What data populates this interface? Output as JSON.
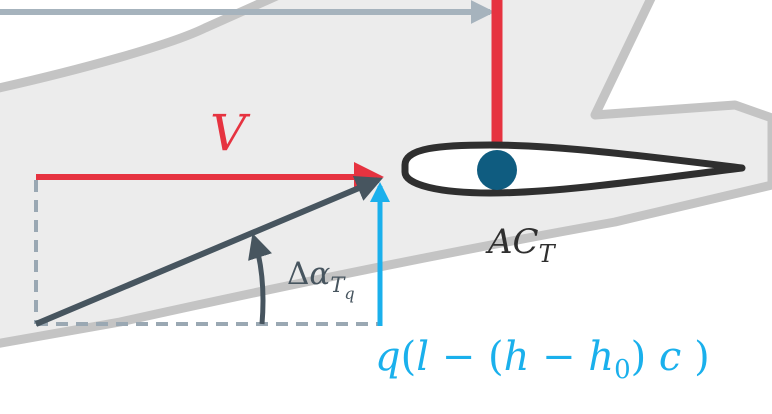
{
  "labels": {
    "velocity": "V",
    "aero_center_main": "AC",
    "aero_center_sub": "T",
    "delta_symbol": "Δ",
    "alpha_symbol": "α",
    "alpha_sub": "T",
    "alpha_subsub": "q",
    "q_expr_q": "q",
    "q_expr_open": "(",
    "q_expr_l": "l",
    "q_expr_minus1": " − ",
    "q_expr_open2": "(",
    "q_expr_h": "h",
    "q_expr_minus2": " − ",
    "q_expr_h0": "h",
    "q_expr_h0_sub": "0",
    "q_expr_close2": ")",
    "q_expr_c": " c ",
    "q_expr_close": ")"
  },
  "colors": {
    "fuselage_fill": "#ececec",
    "fuselage_outline": "#c4c4c4",
    "velocity_arrow": "#e63340",
    "resultant_arrow": "#47555f",
    "vertical_arrow": "#1ab0ec",
    "dashed_lines": "#9aa8b3",
    "top_arrow": "#a6b3bd",
    "ac_dot": "#0f5c80",
    "airfoil_outline": "#2f2f2f",
    "label_text": "#333333"
  }
}
